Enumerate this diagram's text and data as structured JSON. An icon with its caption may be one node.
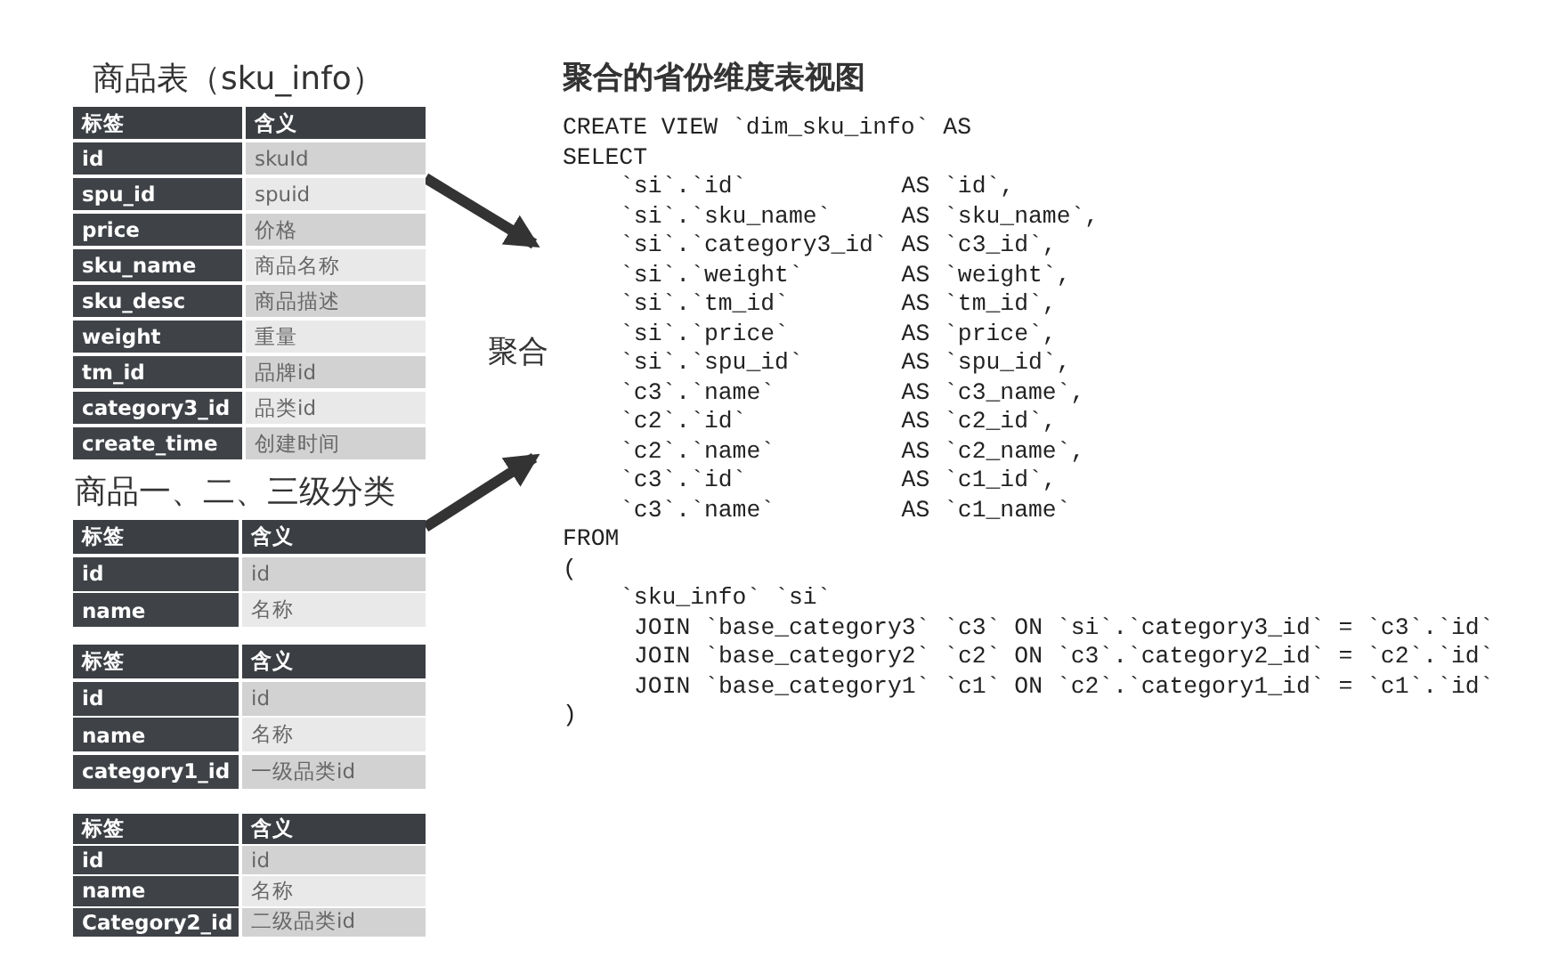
{
  "diagram": {
    "nodes": [
      {
        "text": [
          "商品表（sku_info）",
          "标签",
          "含义",
          "id",
          "skuId",
          "spu_id",
          "spuid",
          "price",
          "价格",
          "sku_name",
          "商品名称",
          "sku_desc",
          "商品描述",
          "weight",
          "重量",
          "tm_id",
          "品牌id",
          "category3_id",
          "品类id",
          "create_time",
          "创建时间"
        ]
      },
      {
        "text": [
          "商品一、二、三级分类"
        ]
      },
      {
        "text": [
          "标签",
          "含义",
          "id",
          "id",
          "name",
          "名称"
        ],
        "in": 1
      },
      {
        "text": [
          "标签",
          "含义",
          "id",
          "id",
          "name",
          "名称",
          "category1_id",
          "一级品类id"
        ],
        "in": 1
      },
      {
        "text": [
          "标签",
          "含义",
          "id",
          "id",
          "name",
          "名称",
          "Category2_id",
          "二级品类id"
        ],
        "in": 1
      },
      {
        "text": [
          "聚合的省份维度表视图",
          "CREATE VIEW `dim_sku_info` AS",
          "SELECT",
          "`si`.`id`           AS `id`,",
          "`si`.`sku_name`     AS `sku_name`,",
          "`si`.`category3_id` AS `c3_id`,",
          "`si`.`weight`       AS `weight`,",
          "`si`.`tm_id`        AS `tm_id`,",
          "`si`.`price`        AS `price`,",
          "`si`.`spu_id`       AS `spu_id`,",
          "`c3`.`name`         AS `c3_name`,",
          "`c2`.`id`           AS `c2_id`,",
          "`c2`.`name`         AS `c2_name`,",
          "`c3`.`id`           AS `c1_id`,",
          "`c3`.`name`         AS `c1_name`",
          "FROM",
          "(",
          "`sku_info` `si`",
          "JOIN `base_category3` `c3` ON `si`.`category3_id` = `c3`.`id`",
          "JOIN `base_category2` `c2` ON `c3`.`category2_id` = `c2`.`id`",
          "JOIN `base_category1` `c1` ON `c2`.`category1_id` = `c1`.`id`",
          ")"
        ]
      }
    ],
    "edges": [
      {
        "from": 0,
        "to": 5,
        "arrow": "to"
      },
      {
        "from": 1,
        "to": 5,
        "arrow": "to"
      }
    ],
    "labels": [
      "聚合"
    ]
  }
}
